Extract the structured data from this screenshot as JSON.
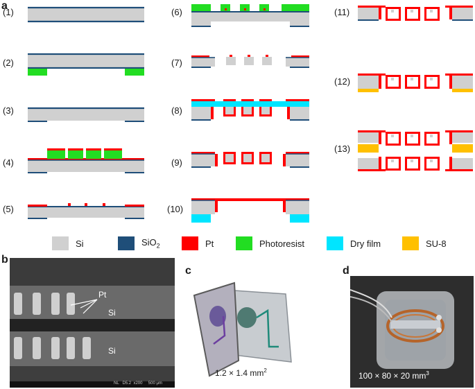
{
  "panels": {
    "a": "a",
    "b": "b",
    "c": "c",
    "d": "d"
  },
  "steps": [
    "(1)",
    "(2)",
    "(3)",
    "(4)",
    "(5)",
    "(6)",
    "(7)",
    "(8)",
    "(9)",
    "(10)",
    "(11)",
    "(12)",
    "(13)"
  ],
  "legend": [
    {
      "label": "Si",
      "color": "#d0d0d0"
    },
    {
      "label": "SiO",
      "sub": "2",
      "color": "#1f4e79"
    },
    {
      "label": "Pt",
      "color": "#ff0000"
    },
    {
      "label": "Photoresist",
      "color": "#22dd22"
    },
    {
      "label": "Dry film",
      "color": "#00e5ff"
    },
    {
      "label": "SU-8",
      "color": "#ffc000"
    }
  ],
  "b": {
    "pt_label": "Pt",
    "si_label_1": "Si",
    "si_label_2": "Si",
    "scalebar_text": "NL   D5.2  x200     500 μm"
  },
  "c": {
    "area_base": "1.2 × 1.4 mm",
    "area_sup": "2"
  },
  "d": {
    "volume_base": "100 × 80 × 20 mm",
    "volume_sup": "3"
  },
  "colors": {
    "si": "#d0d0d0",
    "sio2": "#1f4e79",
    "pt": "#ff0000",
    "photoresist": "#22dd22",
    "dry_film": "#00e5ff",
    "su8": "#ffc000"
  }
}
